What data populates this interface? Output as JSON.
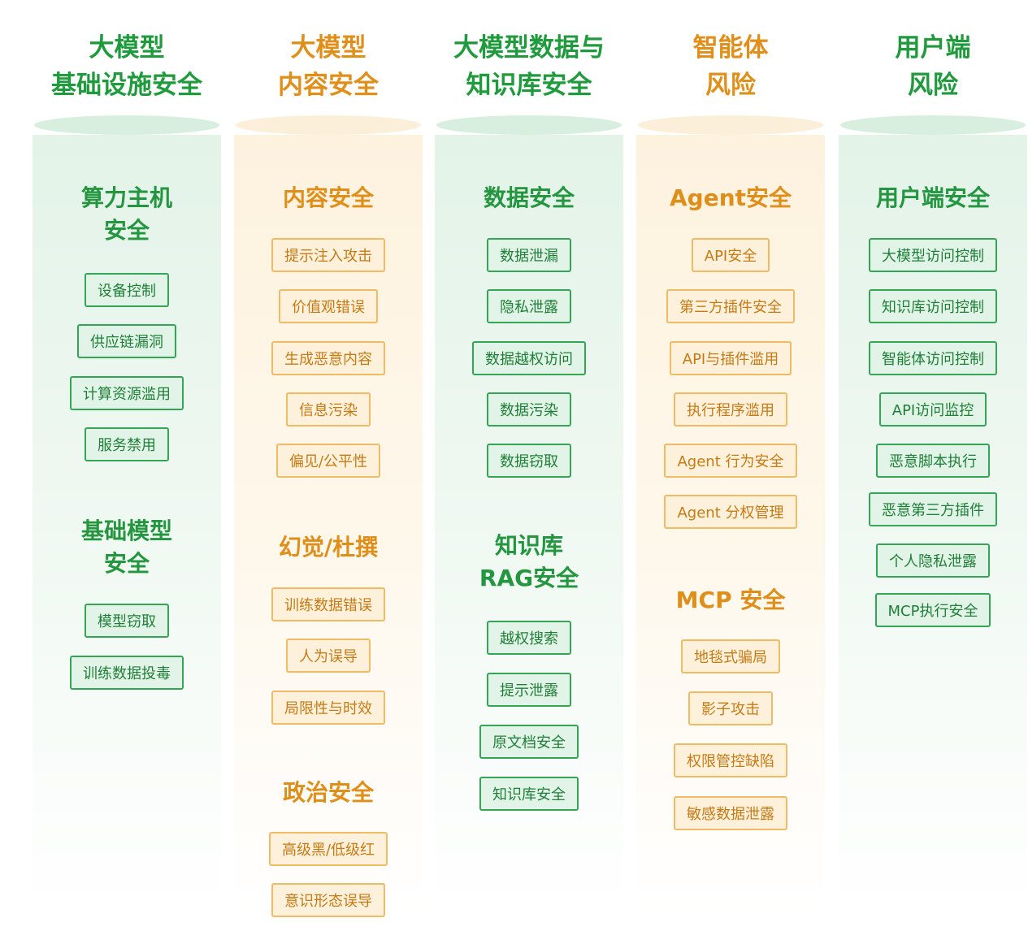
{
  "columns": [
    {
      "title": [
        "大模型",
        "基础设施安全"
      ],
      "theme": "green",
      "sections": [
        {
          "title": [
            "算力主机",
            "安全"
          ],
          "items": [
            "设备控制",
            "供应链漏洞",
            "计算资源滥用",
            "服务禁用"
          ]
        },
        {
          "title": [
            "基础模型",
            "安全"
          ],
          "items": [
            "模型窃取",
            "训练数据投毒"
          ]
        }
      ]
    },
    {
      "title": [
        "大模型",
        "内容安全"
      ],
      "theme": "orange",
      "sections": [
        {
          "title": [
            "内容安全"
          ],
          "items": [
            "提示注入攻击",
            "价值观错误",
            "生成恶意内容",
            "信息污染",
            "偏见/公平性"
          ]
        },
        {
          "title": [
            "幻觉/杜撰"
          ],
          "items": [
            "训练数据错误",
            "人为误导",
            "局限性与时效"
          ]
        },
        {
          "title": [
            "政治安全"
          ],
          "items": [
            "高级黑/低级红",
            "意识形态误导"
          ]
        }
      ]
    },
    {
      "title": [
        "大模型数据与",
        "知识库安全"
      ],
      "theme": "green",
      "sections": [
        {
          "title": [
            "数据安全"
          ],
          "items": [
            "数据泄漏",
            "隐私泄露",
            "数据越权访问",
            "数据污染",
            "数据窃取"
          ]
        },
        {
          "title": [
            "知识库",
            "RAG安全"
          ],
          "items": [
            "越权搜索",
            "提示泄露",
            "原文档安全",
            "知识库安全"
          ]
        }
      ]
    },
    {
      "title": [
        "智能体",
        "风险"
      ],
      "theme": "orange",
      "sections": [
        {
          "title": [
            "Agent安全"
          ],
          "items": [
            "API安全",
            "第三方插件安全",
            "API与插件滥用",
            "执行程序滥用",
            "Agent 行为安全",
            "Agent 分权管理"
          ]
        },
        {
          "title": [
            "MCP 安全"
          ],
          "items": [
            "地毯式骗局",
            "影子攻击",
            "权限管控缺陷",
            "敏感数据泄露"
          ]
        }
      ]
    },
    {
      "title": [
        "用户端",
        "风险"
      ],
      "theme": "green",
      "sections": [
        {
          "title": [
            "用户端安全"
          ],
          "items": [
            "大模型访问控制",
            "知识库访问控制",
            "智能体访问控制",
            "API访问监控",
            "恶意脚本执行",
            "恶意第三方插件",
            "个人隐私泄露",
            "MCP执行安全"
          ]
        }
      ]
    }
  ]
}
